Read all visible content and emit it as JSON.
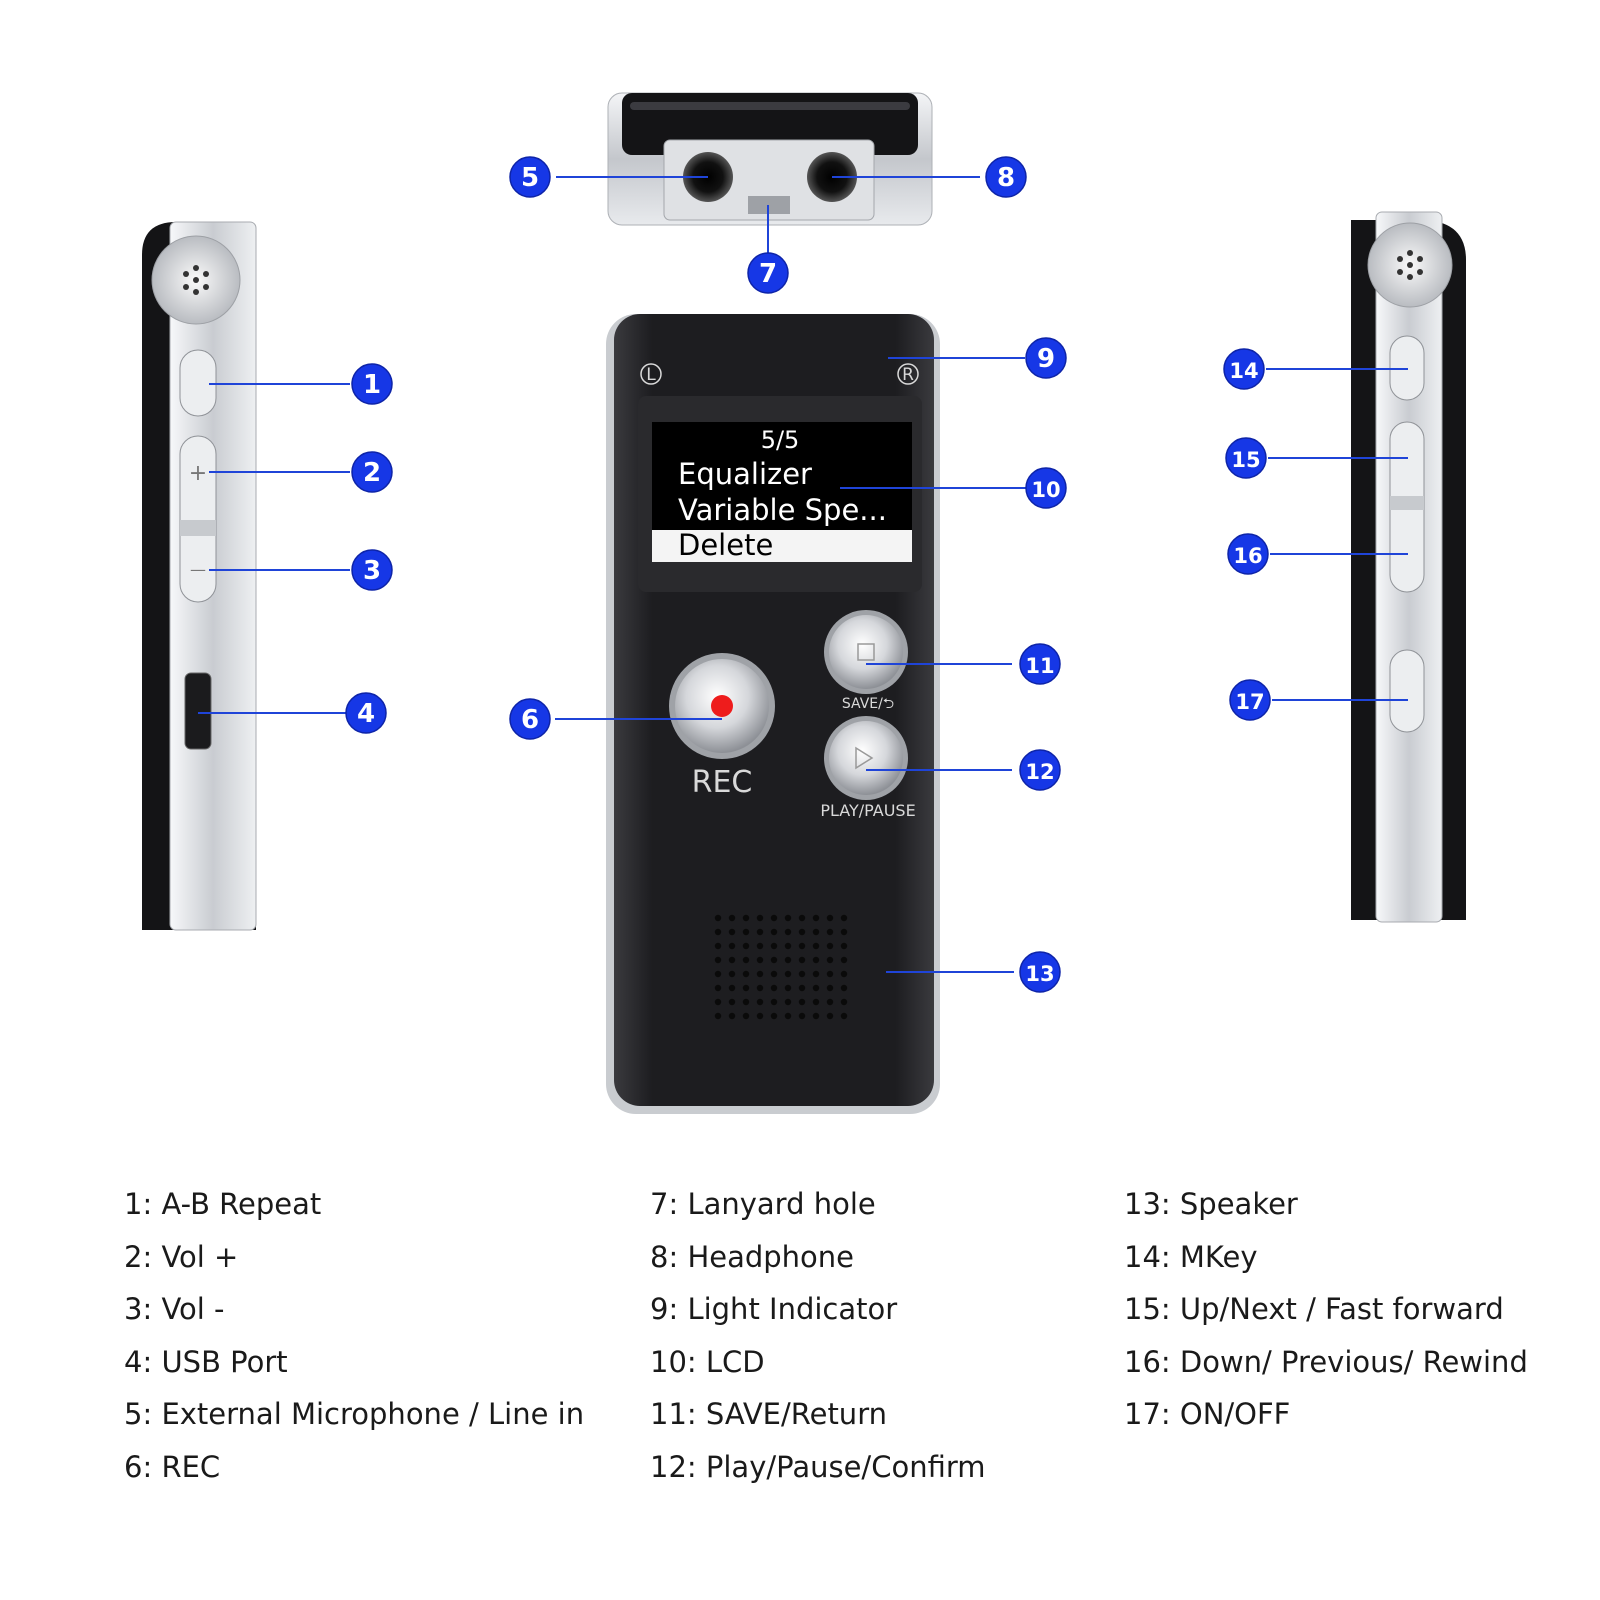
{
  "colors": {
    "badge": "#1637e6",
    "leader_line": "#1f44d8",
    "device_body": "#1c1c1f",
    "metal": "#d9dce0",
    "rec_dot": "#ee1c1c",
    "lcd_highlight": "#f4f4f4"
  },
  "device": {
    "led_left": "L",
    "led_right": "R",
    "lcd": {
      "counter": "5/5",
      "line1": "Equalizer",
      "line2": "Variable Spe...",
      "selected": "Delete"
    },
    "rec_label": "REC",
    "save_label": "SAVE/⮌",
    "play_label": "PLAY/PAUSE",
    "vol_plus_mark": "+",
    "vol_minus_mark": "—"
  },
  "badges": [
    "1",
    "2",
    "3",
    "4",
    "5",
    "6",
    "7",
    "8",
    "9",
    "10",
    "11",
    "12",
    "13",
    "14",
    "15",
    "16",
    "17"
  ],
  "legend": {
    "col1": [
      "1: A-B Repeat",
      "2: Vol +",
      "3: Vol -",
      "4: USB Port",
      "5: External Microphone / Line in",
      "6: REC"
    ],
    "col2": [
      "7: Lanyard hole",
      "8: Headphone",
      "9: Light Indicator",
      "10: LCD",
      "11: SAVE/Return",
      "12: Play/Pause/Confirm"
    ],
    "col3": [
      "13: Speaker",
      "14: MKey",
      "15: Up/Next / Fast forward",
      "16: Down/ Previous/ Rewind",
      "17: ON/OFF"
    ]
  }
}
